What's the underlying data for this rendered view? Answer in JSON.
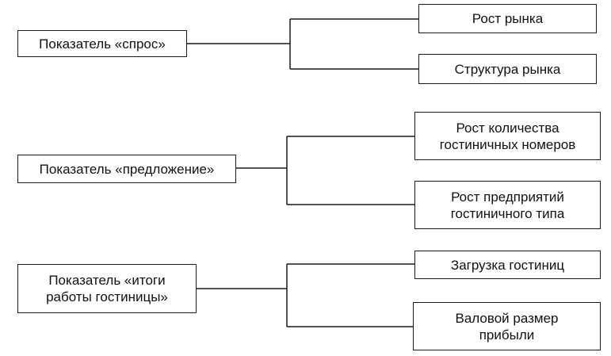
{
  "boxes": {
    "demand": "Показатель «спрос»",
    "market_growth": "Рост рынка",
    "market_structure": "Структура рынка",
    "supply": "Показатель «предложение»",
    "rooms_growth": "Рост количества\nгостиничных номеров",
    "hotel_enterprises_growth": "Рост предприятий\nгостиничного типа",
    "results": "Показатель «итоги\nработы гостиницы»",
    "hotel_occupancy": "Загрузка гостиниц",
    "gross_profit": "Валовой размер\nприбыли"
  },
  "colors": {
    "line": "#1a1a1a",
    "box_fill": "#ffffff"
  }
}
